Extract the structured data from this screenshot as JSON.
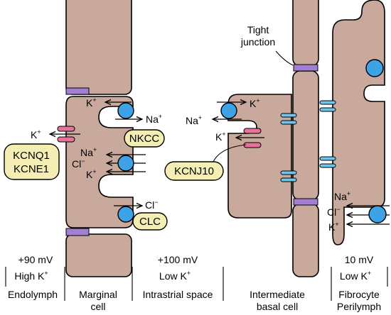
{
  "labels": {
    "tight_junction_1": "Tight",
    "tight_junction_2": "junction",
    "nkcc": "NKCC",
    "kcnq1": "KCNQ1",
    "kcne1": "KCNE1",
    "clc": "CLC",
    "kcnj10": "KCNJ10"
  },
  "ions": {
    "k": "K",
    "na": "Na",
    "cl": "Cl",
    "plus": "+",
    "minus": "−"
  },
  "compartments": {
    "endolymph": {
      "voltage": "+90 mV",
      "k_level": "High K",
      "name": "Endolymph"
    },
    "marginal": {
      "name_1": "Marginal",
      "name_2": "cell"
    },
    "intrastrial": {
      "voltage": "+100 mV",
      "k_level": "Low K",
      "name": "Intrastrial space"
    },
    "intermediate": {
      "name_1": "Intermediate",
      "name_2": "basal cell"
    },
    "perilymph": {
      "voltage": "10 mV",
      "k_level": "Low K",
      "name_1": "Fibrocyte",
      "name_2": "Perilymph"
    }
  },
  "colors": {
    "cell_fill": "#c9a99b",
    "pump": "#3ea2e6",
    "tight_junction": "#a27fd2",
    "kcnq1_channel": "#e6739c",
    "gap_junction": "#6dc6ee",
    "label_pill": "#f4eeb4"
  }
}
